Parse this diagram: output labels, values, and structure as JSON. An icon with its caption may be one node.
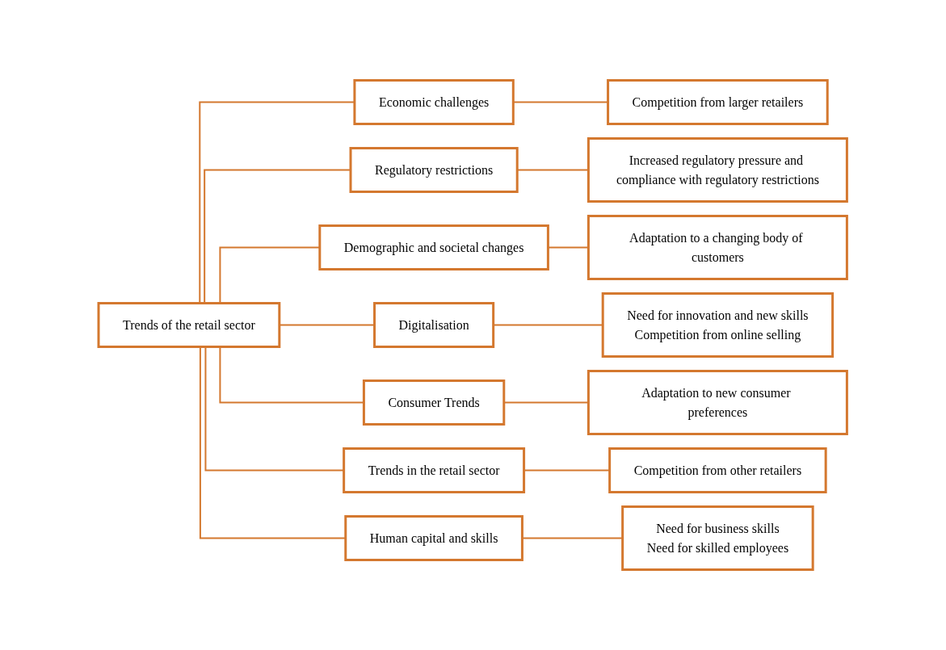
{
  "diagram": {
    "nodes": [
      {
        "text": [
          "Trends of the retail sector"
        ]
      },
      {
        "text": [
          "Economic challenges"
        ]
      },
      {
        "text": [
          "Competition from larger retailers"
        ]
      },
      {
        "text": [
          "Regulatory restrictions"
        ]
      },
      {
        "text": [
          "Increased regulatory pressure and compliance with regulatory restrictions"
        ]
      },
      {
        "text": [
          "Demographic and societal changes"
        ]
      },
      {
        "text": [
          "Adaptation to a changing body of customers"
        ]
      },
      {
        "text": [
          "Digitalisation"
        ]
      },
      {
        "text": [
          "Need for innovation and new skills",
          "Competition from online selling"
        ]
      },
      {
        "text": [
          "Consumer Trends"
        ]
      },
      {
        "text": [
          "Adaptation to new consumer preferences"
        ]
      },
      {
        "text": [
          "Trends in the retail sector"
        ]
      },
      {
        "text": [
          "Competition from other retailers"
        ]
      },
      {
        "text": [
          "Human capital and skills"
        ]
      },
      {
        "text": [
          "Need for business skills",
          "Need for skilled employees"
        ]
      }
    ],
    "edges": [
      {
        "from": 0,
        "to": 1,
        "arrow": "none"
      },
      {
        "from": 0,
        "to": 3,
        "arrow": "none"
      },
      {
        "from": 0,
        "to": 5,
        "arrow": "none"
      },
      {
        "from": 0,
        "to": 7,
        "arrow": "none"
      },
      {
        "from": 0,
        "to": 9,
        "arrow": "none"
      },
      {
        "from": 0,
        "to": 11,
        "arrow": "none"
      },
      {
        "from": 0,
        "to": 13,
        "arrow": "none"
      },
      {
        "from": 1,
        "to": 2,
        "arrow": "none"
      },
      {
        "from": 3,
        "to": 4,
        "arrow": "none"
      },
      {
        "from": 5,
        "to": 6,
        "arrow": "none"
      },
      {
        "from": 7,
        "to": 8,
        "arrow": "none"
      },
      {
        "from": 9,
        "to": 10,
        "arrow": "none"
      },
      {
        "from": 11,
        "to": 12,
        "arrow": "none"
      },
      {
        "from": 13,
        "to": 14,
        "arrow": "none"
      }
    ]
  }
}
